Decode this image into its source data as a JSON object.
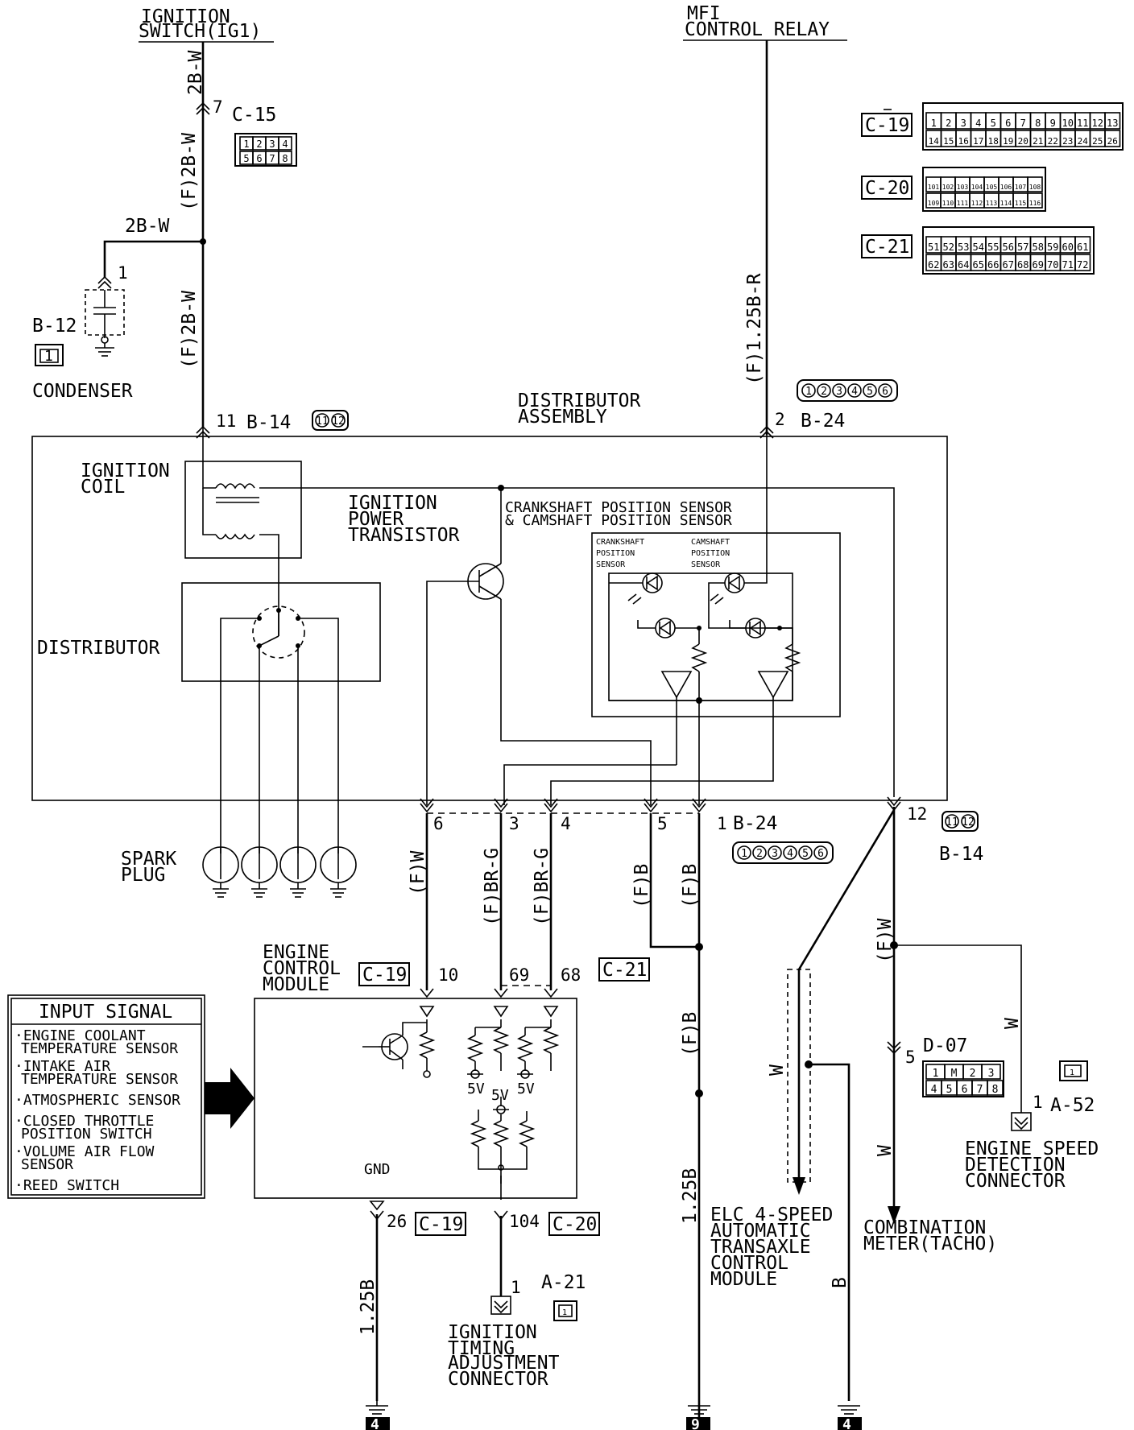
{
  "components": {
    "ignition_switch": [
      "IGNITION",
      "SWITCH(IG1)"
    ],
    "mfi_relay": [
      "MFI",
      "CONTROL RELAY"
    ],
    "condenser": "CONDENSER",
    "distributor_assembly": [
      "DISTRIBUTOR",
      "ASSEMBLY"
    ],
    "ignition_coil": [
      "IGNITION",
      "COIL"
    ],
    "power_transistor": [
      "IGNITION",
      "POWER",
      "TRANSISTOR"
    ],
    "distributor": "DISTRIBUTOR",
    "crank_cam_sensor": [
      "CRANKSHAFT POSITION SENSOR",
      "& CAMSHAFT POSITION SENSOR"
    ],
    "crank_sensor": [
      "CRANKSHAFT",
      "POSITION",
      "SENSOR"
    ],
    "cam_sensor": [
      "CAMSHAFT",
      "POSITION",
      "SENSOR"
    ],
    "spark_plug": [
      "SPARK",
      "PLUG"
    ],
    "ecm": [
      "ENGINE",
      "CONTROL",
      "MODULE"
    ],
    "ecm_gnd": "GND",
    "elc": [
      "ELC 4-SPEED",
      "AUTOMATIC",
      "TRANSAXLE",
      "CONTROL",
      "MODULE"
    ],
    "combination_meter": [
      "COMBINATION",
      "METER(TACHO)"
    ],
    "engine_speed_connector": [
      "ENGINE SPEED",
      "DETECTION",
      "CONNECTOR"
    ],
    "timing_connector": [
      "IGNITION",
      "TIMING",
      "ADJUSTMENT",
      "CONNECTOR"
    ]
  },
  "input_signal": {
    "title": "INPUT SIGNAL",
    "items": [
      [
        "·ENGINE COOLANT",
        "TEMPERATURE SENSOR"
      ],
      [
        "·INTAKE AIR",
        "TEMPERATURE SENSOR"
      ],
      [
        "·ATMOSPHERIC SENSOR"
      ],
      [
        "·CLOSED THROTTLE",
        "POSITION SWITCH"
      ],
      [
        "·VOLUME AIR FLOW",
        "SENSOR"
      ],
      [
        "·REED SWITCH"
      ]
    ]
  },
  "connectors": {
    "c15": "C-15",
    "c19": "C-19",
    "c20": "C-20",
    "c21": "C-21",
    "b12": "B-12",
    "b14": "B-14",
    "b24": "B-24",
    "d07": "D-07",
    "a52": "A-52",
    "a21": "A-21"
  },
  "wires": {
    "ign_top": "2B-W",
    "ign_mid": "(F)2B-W",
    "cond": "2B-W",
    "ign_low": "(F)2B-W",
    "mfi": "(F)1.25B-R",
    "p6": "(F)W",
    "p3": "(F)BR-G",
    "p4": "(F)BR-G",
    "p5": "(F)B",
    "p1": "(F)B",
    "gnd_main": "(F)B",
    "gnd_main_low": "1.25B",
    "gnd_ecm": "1.25B",
    "tach": "(F)W",
    "tach_low": "W",
    "eng_speed": "W",
    "elc": "W",
    "elc_gnd": "B"
  },
  "pins": {
    "c15_7": "7",
    "b12_1": "1",
    "b14_11": "11",
    "b24_2": "2",
    "b24_6": "6",
    "b24_3": "3",
    "b24_4": "4",
    "b24_5": "5",
    "b24_1": "1",
    "b14_12": "12",
    "ecm_10": "10",
    "ecm_69": "69",
    "ecm_68": "68",
    "ecm_26": "26",
    "ecm_104": "104",
    "d07_5": "5",
    "a52_1": "1",
    "a21_1": "1"
  },
  "ecm_voltages": [
    "5V",
    "5V",
    "5V"
  ],
  "ground_refs": [
    "4",
    "9",
    "4"
  ],
  "connector_faces": {
    "c15": [
      "1",
      "2",
      "3",
      "4",
      "5",
      "6",
      "7",
      "8"
    ],
    "c19_top": [
      "1",
      "2",
      "3",
      "4",
      "5",
      "6",
      "7",
      "8",
      "9",
      "10",
      "11",
      "12",
      "13"
    ],
    "c19_bot": [
      "14",
      "15",
      "16",
      "17",
      "18",
      "19",
      "20",
      "21",
      "22",
      "23",
      "24",
      "25",
      "26"
    ],
    "c20_top": [
      "101",
      "102",
      "103",
      "104",
      "105",
      "106",
      "107",
      "108"
    ],
    "c20_bot": [
      "109",
      "110",
      "111",
      "112",
      "113",
      "114",
      "115",
      "116"
    ],
    "c21_top": [
      "51",
      "52",
      "53",
      "54",
      "55",
      "56",
      "57",
      "58",
      "59",
      "60",
      "61"
    ],
    "c21_bot": [
      "62",
      "63",
      "64",
      "65",
      "66",
      "67",
      "68",
      "69",
      "70",
      "71",
      "72"
    ],
    "b24": [
      "1",
      "2",
      "3",
      "4",
      "5",
      "6"
    ],
    "b14": [
      "11",
      "12"
    ],
    "d07_top": [
      "1",
      "M",
      "2",
      "3"
    ],
    "d07_bot": [
      "4",
      "5",
      "6",
      "7",
      "8"
    ],
    "b12": "1",
    "a52": "1",
    "a21": "1"
  }
}
